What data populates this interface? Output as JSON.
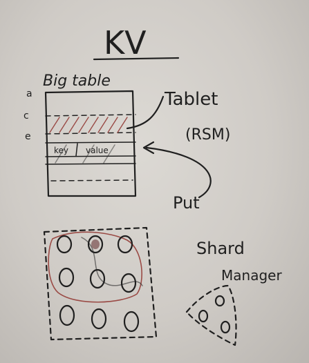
{
  "diagram": {
    "title": "KV",
    "table_label": "Big table",
    "row_keys": [
      "a",
      "c",
      "e"
    ],
    "cell_labels": {
      "key": "key",
      "value": "value"
    },
    "tablet_label": "Tablet",
    "rsm_label": "(RSM)",
    "put_label": "Put",
    "shard_label": "Shard",
    "manager_label": "Manager",
    "colors": {
      "ink": "#1f1f1f",
      "board": "#d6d3ce",
      "accent_red": "#9a4a45"
    }
  }
}
